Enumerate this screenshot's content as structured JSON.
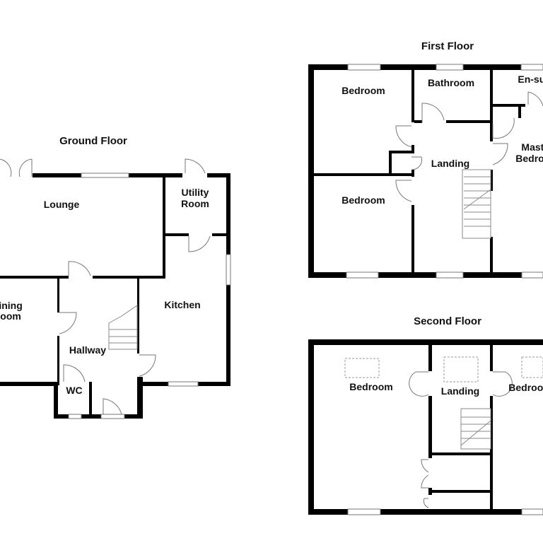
{
  "floors": {
    "ground": {
      "title": "Ground Floor",
      "rooms": {
        "lounge": "Lounge",
        "utility_1": "Utility",
        "utility_2": "Room",
        "dining_1": "Dining",
        "dining_2": "Room",
        "kitchen": "Kitchen",
        "hallway": "Hallway",
        "wc": "WC"
      }
    },
    "first": {
      "title": "First Floor",
      "rooms": {
        "bedroom_1": "Bedroom",
        "bathroom": "Bathroom",
        "ensuite": "En-suite",
        "master_1": "Master",
        "master_2": "Bedroom",
        "landing": "Landing",
        "bedroom_2": "Bedroom"
      }
    },
    "second": {
      "title": "Second Floor",
      "rooms": {
        "bedroom_left": "Bedroom",
        "landing": "Landing",
        "bedroom_right": "Bedroom"
      }
    }
  }
}
